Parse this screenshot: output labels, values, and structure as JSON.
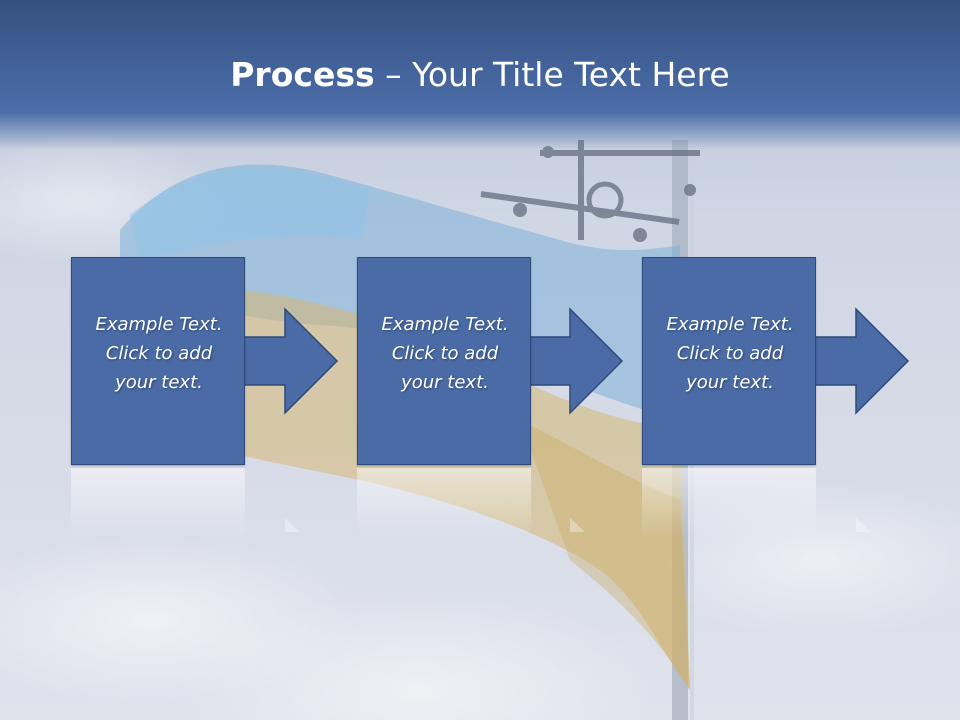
{
  "slide": {
    "title_bold": "Process",
    "title_rest": " – Your Title Text Here"
  },
  "steps": [
    {
      "line1": "Example Text.",
      "line2": "Click  to add",
      "line3": "your text."
    },
    {
      "line1": "Example Text.",
      "line2": "Click  to add",
      "line3": "your text."
    },
    {
      "line1": "Example Text.",
      "line2": "Click  to add",
      "line3": "your text."
    }
  ],
  "colors": {
    "header": "#42629a",
    "box_fill": "#4a6ba6",
    "box_border": "#2e4a7a",
    "text": "#ffffff"
  }
}
